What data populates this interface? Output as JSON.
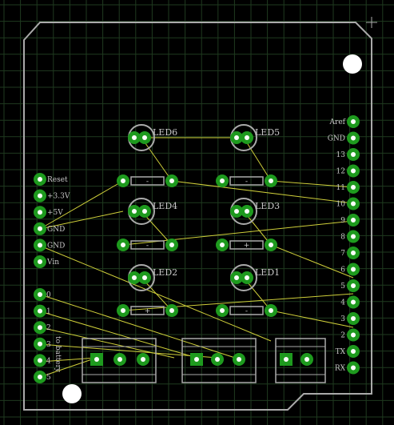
{
  "colors": {
    "background": "#000000",
    "grid": "#1f3a1f",
    "outline": "#aaaaaa",
    "pad": "#1e9a1e",
    "pad_hole": "#ffffff",
    "airwire": "#cfcf3a",
    "silk": "#c8c8c8"
  },
  "leds": [
    {
      "label": "LED6"
    },
    {
      "label": "LED5"
    },
    {
      "label": "LED4"
    },
    {
      "label": "LED3"
    },
    {
      "label": "LED2"
    },
    {
      "label": "LED1"
    }
  ],
  "resistor_symbols": [
    "-",
    "-",
    "-",
    "+",
    "+",
    "-"
  ],
  "right_header": [
    "Aref",
    "GND",
    "13",
    "12",
    "11",
    "10",
    "9",
    "8",
    "7",
    "6",
    "5",
    "4",
    "3",
    "2",
    "TX",
    "RX"
  ],
  "left_power_header": [
    "Reset",
    "+3.3V",
    "+5V",
    "GND",
    "GND",
    "Vin"
  ],
  "left_analog_header": [
    "0",
    "1",
    "2",
    "3",
    "4",
    "5"
  ],
  "battery_label": "to battery"
}
